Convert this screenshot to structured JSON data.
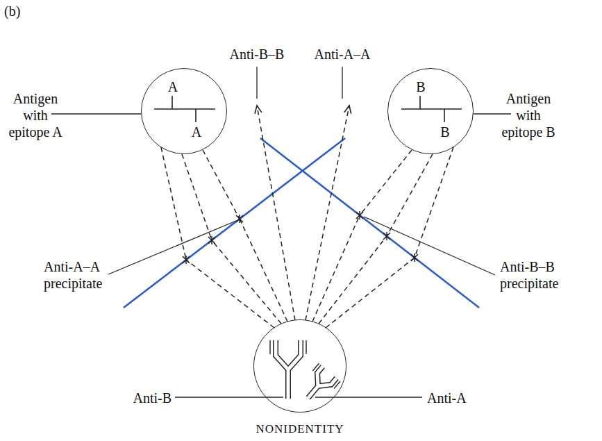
{
  "diagram": {
    "caption": "NONIDENTITY",
    "nodes": [
      {
        "text": [
          "Antigen with epitope A",
          "A",
          "A"
        ]
      },
      {
        "text": [
          "Antigen with epitope B",
          "B",
          "B"
        ]
      },
      {
        "text": [
          "Anti-B",
          "Anti-A"
        ]
      }
    ],
    "labels": [
      "(b)",
      "Anti-B–B",
      "Anti-A–A",
      "Anti-A–A precipitate",
      "Anti-B–B precipitate"
    ]
  }
}
